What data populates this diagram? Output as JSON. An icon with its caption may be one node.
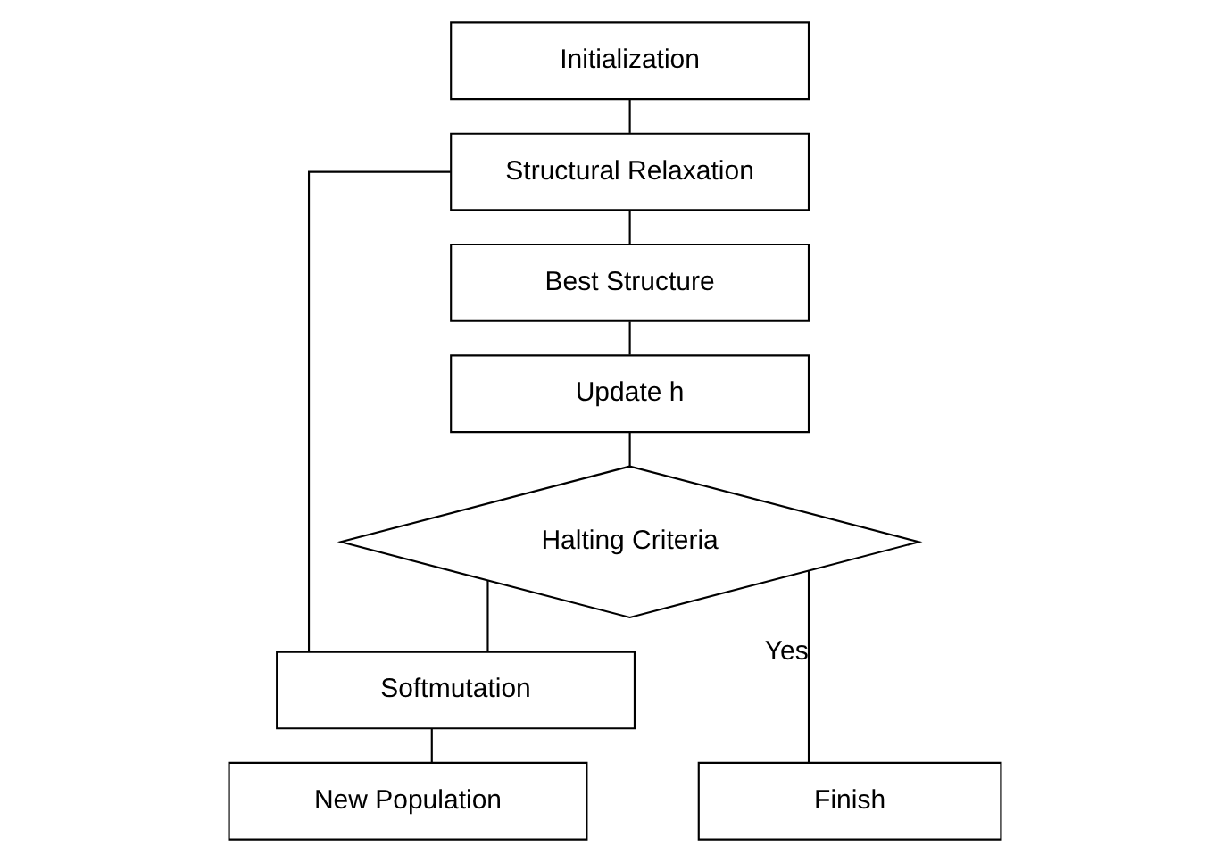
{
  "diagram": {
    "nodes": [
      {
        "text": [
          "Initialization"
        ]
      },
      {
        "text": [
          "Structural Relaxation"
        ]
      },
      {
        "text": [
          "Best Structure"
        ]
      },
      {
        "text": [
          "Update h"
        ]
      },
      {
        "text": [
          "Halting Criteria"
        ]
      },
      {
        "text": [
          "Softmutation"
        ]
      },
      {
        "text": [
          "New Population"
        ]
      },
      {
        "text": [
          "Finish"
        ]
      }
    ],
    "edges": [
      {
        "from": 0,
        "to": 1,
        "arrow": "none"
      },
      {
        "from": 1,
        "to": 2,
        "arrow": "none"
      },
      {
        "from": 2,
        "to": 3,
        "arrow": "none"
      },
      {
        "from": 3,
        "to": 4,
        "arrow": "none"
      },
      {
        "from": 4,
        "to": 5,
        "arrow": "none"
      },
      {
        "from": 5,
        "to": 6,
        "arrow": "none"
      },
      {
        "from": 5,
        "to": 1,
        "arrow": "none"
      },
      {
        "from": 4,
        "to": 7,
        "label": "Yes",
        "arrow": "none"
      }
    ]
  }
}
